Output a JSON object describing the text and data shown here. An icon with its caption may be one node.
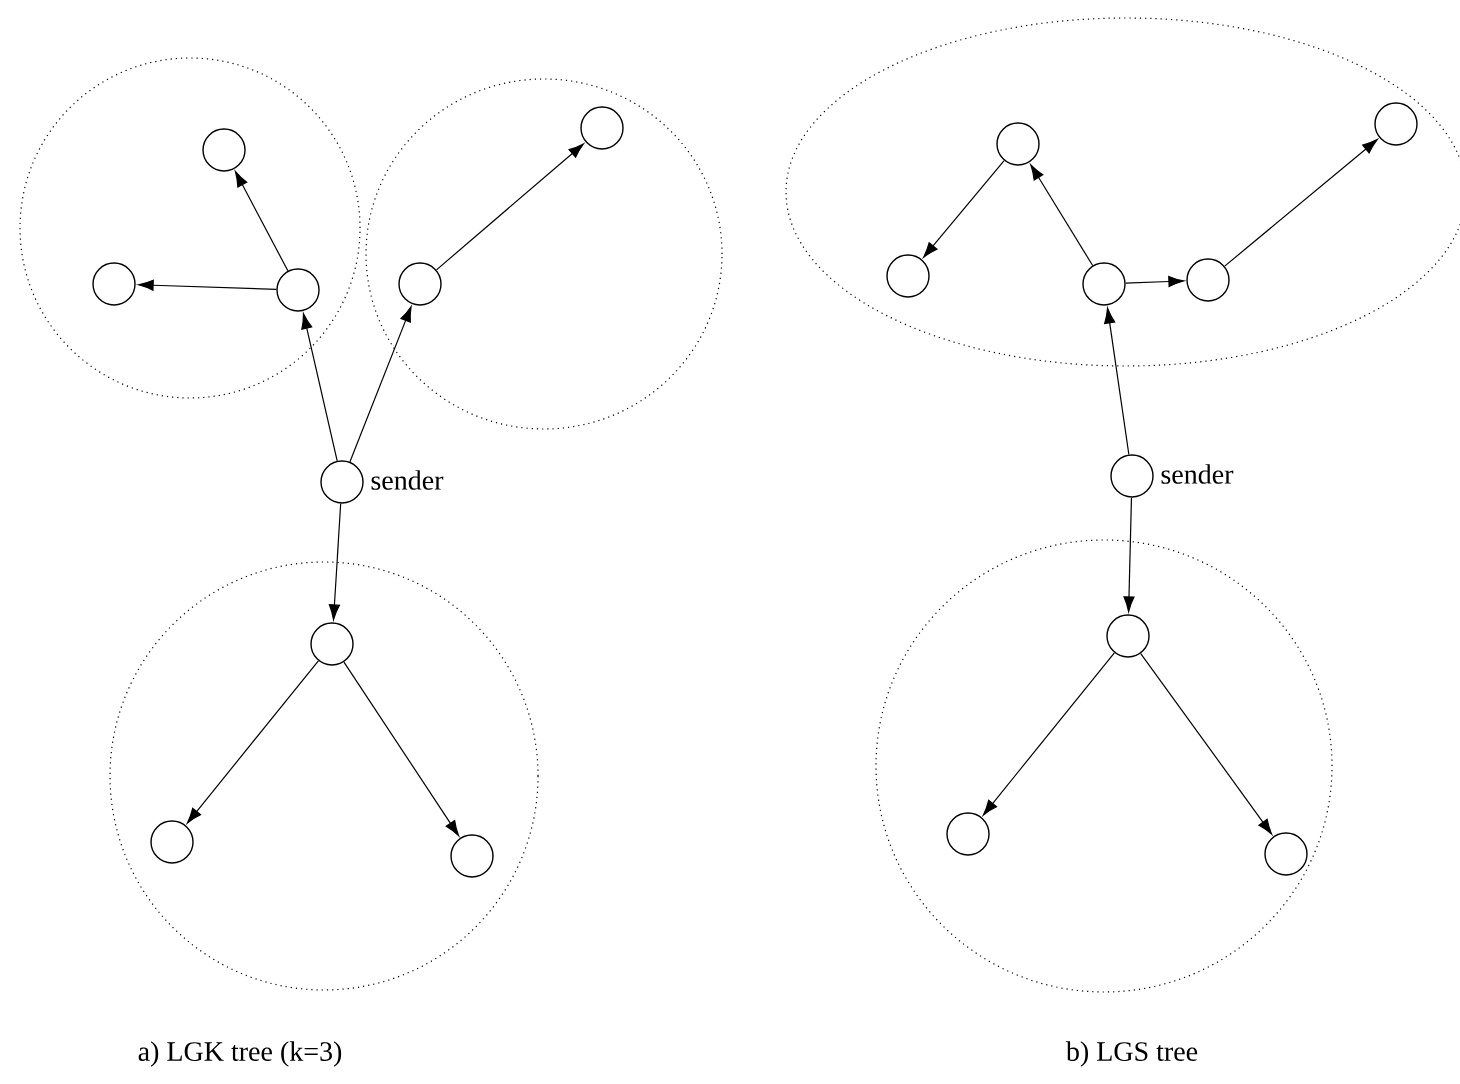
{
  "diagram": {
    "nodes": [
      {
        "text": [],
        "shape": "ellipse"
      },
      {
        "text": [],
        "shape": "circle",
        "in": 0
      },
      {
        "text": [],
        "shape": "circle",
        "in": 0
      },
      {
        "text": [],
        "shape": "circle",
        "in": 0
      },
      {
        "text": [],
        "shape": "ellipse"
      },
      {
        "text": [],
        "shape": "circle",
        "in": 4
      },
      {
        "text": [],
        "shape": "circle",
        "in": 4
      },
      {
        "text": [],
        "shape": "circle",
        "beside": [
          "sender"
        ]
      },
      {
        "text": [],
        "shape": "ellipse"
      },
      {
        "text": [],
        "shape": "circle",
        "in": 8
      },
      {
        "text": [],
        "shape": "circle",
        "in": 8
      },
      {
        "text": [],
        "shape": "circle",
        "in": 8
      },
      {
        "text": [],
        "shape": "ellipse"
      },
      {
        "text": [],
        "shape": "circle",
        "in": 12
      },
      {
        "text": [],
        "shape": "circle",
        "in": 12
      },
      {
        "text": [],
        "shape": "circle",
        "in": 12
      },
      {
        "text": [],
        "shape": "circle",
        "in": 12
      },
      {
        "text": [],
        "shape": "circle",
        "in": 12
      },
      {
        "text": [],
        "shape": "circle",
        "beside": [
          "sender"
        ]
      },
      {
        "text": [],
        "shape": "ellipse"
      },
      {
        "text": [],
        "shape": "circle",
        "in": 19
      },
      {
        "text": [],
        "shape": "circle",
        "in": 19
      },
      {
        "text": [],
        "shape": "circle",
        "in": 19
      }
    ],
    "edges": [
      {
        "from": 7,
        "to": 3,
        "arrow": "to"
      },
      {
        "from": 7,
        "to": 5,
        "arrow": "to"
      },
      {
        "from": 3,
        "to": 1,
        "arrow": "to"
      },
      {
        "from": 3,
        "to": 2,
        "arrow": "to"
      },
      {
        "from": 5,
        "to": 6,
        "arrow": "to"
      },
      {
        "from": 7,
        "to": 9,
        "arrow": "to"
      },
      {
        "from": 9,
        "to": 10,
        "arrow": "to"
      },
      {
        "from": 9,
        "to": 11,
        "arrow": "to"
      },
      {
        "from": 18,
        "to": 15,
        "arrow": "to"
      },
      {
        "from": 15,
        "to": 13,
        "arrow": "to"
      },
      {
        "from": 13,
        "to": 14,
        "arrow": "to"
      },
      {
        "from": 15,
        "to": 16,
        "arrow": "to"
      },
      {
        "from": 16,
        "to": 17,
        "arrow": "to"
      },
      {
        "from": 18,
        "to": 20,
        "arrow": "to"
      },
      {
        "from": 20,
        "to": 21,
        "arrow": "to"
      },
      {
        "from": 20,
        "to": 22,
        "arrow": "to"
      }
    ],
    "labels": [
      "a) LGK tree (k=3)",
      "b) LGS tree"
    ]
  }
}
